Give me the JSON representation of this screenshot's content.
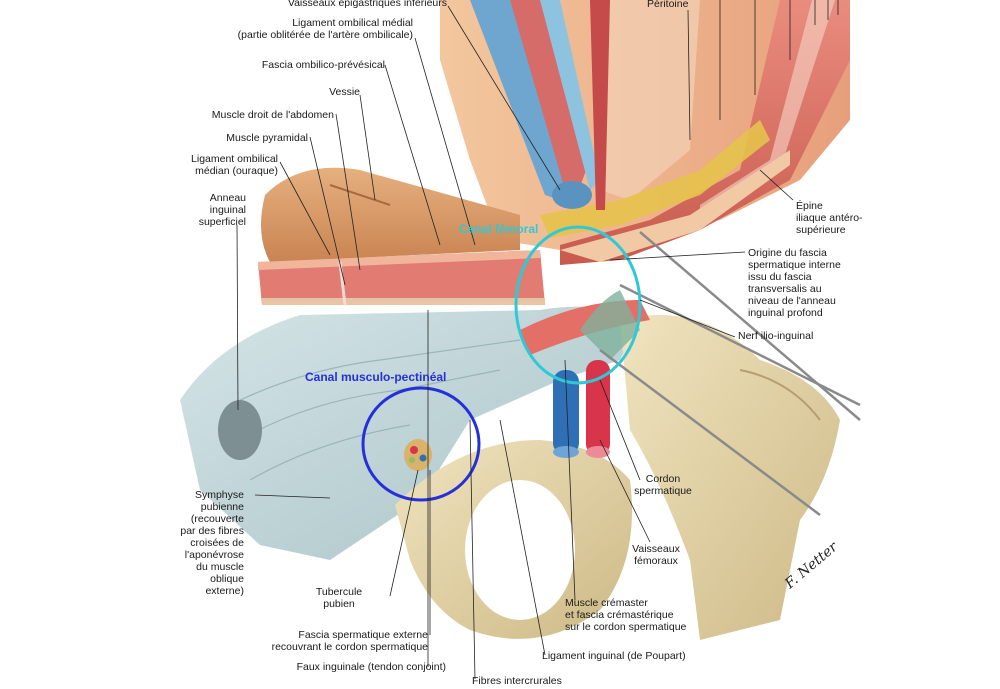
{
  "labels": {
    "vaisseaux_epigastriques": "Vaisseaux épigastriques inférieurs",
    "ligament_ombilical_medial": "Ligament ombilical médial\n(partie oblitérée de l'artère ombilicale)",
    "fascia_ombilico": "Fascia ombilico-prévésical",
    "vessie": "Vessie",
    "muscle_droit": "Muscle droit de l'abdomen",
    "muscle_pyramidal": "Muscle pyramidal",
    "ligament_ombilical_median": "Ligament ombilical\nmédian (ouraque)",
    "anneau_inguinal": "Anneau\ninguinal\nsuperficiel",
    "peritoine": "Péritoine",
    "epine_iliaque": "Épine\niliaque antéro-\nsupérieure",
    "origine_fascia": "Origine du fascia\nspermatique interne\nissu du fascia\ntransversalis au\nniveau de l'anneau\ninguinal profond",
    "nerf_ilio": "Nerf ilio-inguinal",
    "symphyse": "Symphyse\npubienne\n(recouverte\npar des fibres\ncroisées de\nl'aponévrose\ndu muscle\noblique\nexterne)",
    "cordon": "Cordon\nspermatique",
    "vaisseaux_femoraux": "Vaisseaux\nfémoraux",
    "tubercule": "Tubercule\npubien",
    "muscle_cremaster": "Muscle crémaster\net fascia crémastérique\nsur le cordon spermatique",
    "fascia_spermatique_externe": "Fascia spermatique externe\nrecouvrant le cordon spermatique",
    "ligament_inguinal": "Ligament inguinal (de Poupart)",
    "faux_inguinale": "Faux inguinale (tendon conjoint)",
    "fibres_intercrurales": "Fibres intercrurales"
  },
  "annotations": {
    "canal_femoral": "Canal fémoral",
    "canal_musculo": "Canal musculo-pectinéal",
    "canal_femoral_color": "#2ec9d6",
    "canal_musculo_color": "#2630d8"
  },
  "signature": "F. Netter"
}
